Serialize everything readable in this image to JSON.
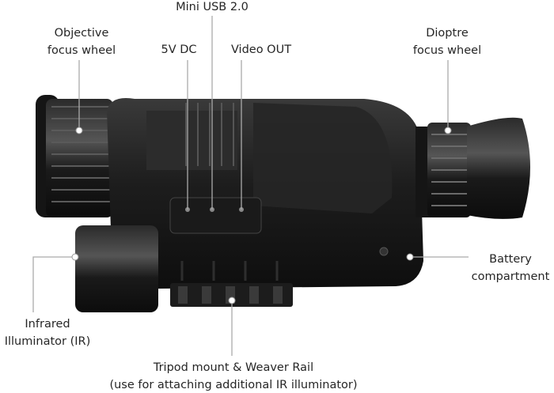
{
  "labels": {
    "mini_usb": "Mini USB 2.0",
    "objective": [
      "Objective",
      "focus wheel"
    ],
    "dc": "5V DC",
    "video": "Video OUT",
    "dioptre": [
      "Dioptre",
      "focus wheel"
    ],
    "battery": [
      "Battery",
      "compartment"
    ],
    "infrared": [
      "Infrared",
      "Illuminator (IR)"
    ],
    "tripod": [
      "Tripod mount & Weaver Rail",
      "(use for attaching additional IR illuminator)"
    ]
  }
}
